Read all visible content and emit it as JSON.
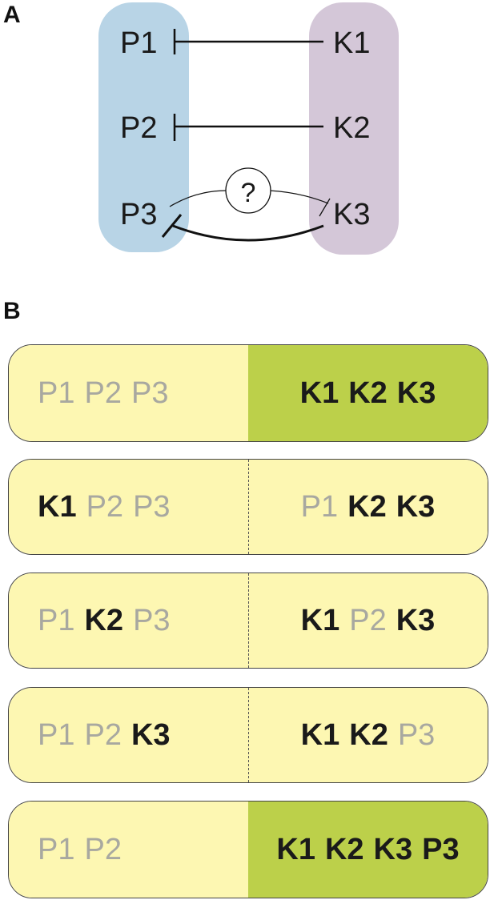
{
  "panel_a": {
    "label": "A",
    "left_column": [
      "P1",
      "P2",
      "P3"
    ],
    "right_column": [
      "K1",
      "K2",
      "K3"
    ],
    "unknown_symbol": "?",
    "colors": {
      "left_pill": "#b8d4e6",
      "right_pill": "#d4c7d8"
    }
  },
  "panel_b": {
    "label": "B",
    "colors": {
      "yellow": "#fdf7b2",
      "green": "#bcd04a",
      "dim_text": "#a8a8a0",
      "bold_text": "#1a1a1a"
    },
    "rows": [
      {
        "left_bg": "yellow",
        "right_bg": "green",
        "left": [
          {
            "t": "P1",
            "b": false
          },
          {
            "t": "P2",
            "b": false
          },
          {
            "t": "P3",
            "b": false
          }
        ],
        "right": [
          {
            "t": "K1",
            "b": true
          },
          {
            "t": "K2",
            "b": true
          },
          {
            "t": "K3",
            "b": true
          }
        ]
      },
      {
        "left_bg": "yellow",
        "right_bg": "yellow",
        "left": [
          {
            "t": "K1",
            "b": true
          },
          {
            "t": "P2",
            "b": false
          },
          {
            "t": "P3",
            "b": false
          }
        ],
        "right": [
          {
            "t": "P1",
            "b": false
          },
          {
            "t": "K2",
            "b": true
          },
          {
            "t": "K3",
            "b": true
          }
        ]
      },
      {
        "left_bg": "yellow",
        "right_bg": "yellow",
        "left": [
          {
            "t": "P1",
            "b": false
          },
          {
            "t": "K2",
            "b": true
          },
          {
            "t": "P3",
            "b": false
          }
        ],
        "right": [
          {
            "t": "K1",
            "b": true
          },
          {
            "t": "P2",
            "b": false
          },
          {
            "t": "K3",
            "b": true
          }
        ]
      },
      {
        "left_bg": "yellow",
        "right_bg": "yellow",
        "left": [
          {
            "t": "P1",
            "b": false
          },
          {
            "t": "P2",
            "b": false
          },
          {
            "t": "K3",
            "b": true
          }
        ],
        "right": [
          {
            "t": "K1",
            "b": true
          },
          {
            "t": "K2",
            "b": true
          },
          {
            "t": "P3",
            "b": false
          }
        ]
      },
      {
        "left_bg": "yellow",
        "right_bg": "green",
        "left": [
          {
            "t": "P1",
            "b": false
          },
          {
            "t": "P2",
            "b": false
          }
        ],
        "right": [
          {
            "t": "K1",
            "b": true
          },
          {
            "t": "K2",
            "b": true
          },
          {
            "t": "K3",
            "b": true
          },
          {
            "t": "P3",
            "b": true
          }
        ]
      }
    ]
  }
}
